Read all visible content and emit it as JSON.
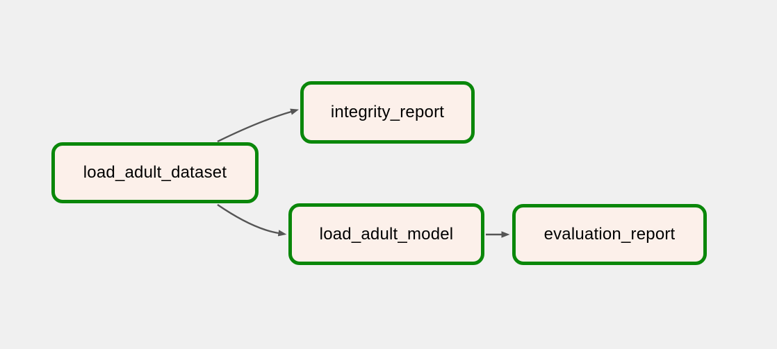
{
  "diagram": {
    "type": "dag-pipeline-graph",
    "colors": {
      "background": "#f0f0f0",
      "node_fill": "#fcf0ea",
      "node_border": "#0a870a",
      "edge": "#555555",
      "text": "#000000"
    },
    "nodes": [
      {
        "id": "load_adult_dataset",
        "label": "load_adult_dataset"
      },
      {
        "id": "integrity_report",
        "label": "integrity_report"
      },
      {
        "id": "load_adult_model",
        "label": "load_adult_model"
      },
      {
        "id": "evaluation_report",
        "label": "evaluation_report"
      }
    ],
    "edges": [
      {
        "from": "load_adult_dataset",
        "to": "integrity_report"
      },
      {
        "from": "load_adult_dataset",
        "to": "load_adult_model"
      },
      {
        "from": "load_adult_model",
        "to": "evaluation_report"
      }
    ]
  }
}
